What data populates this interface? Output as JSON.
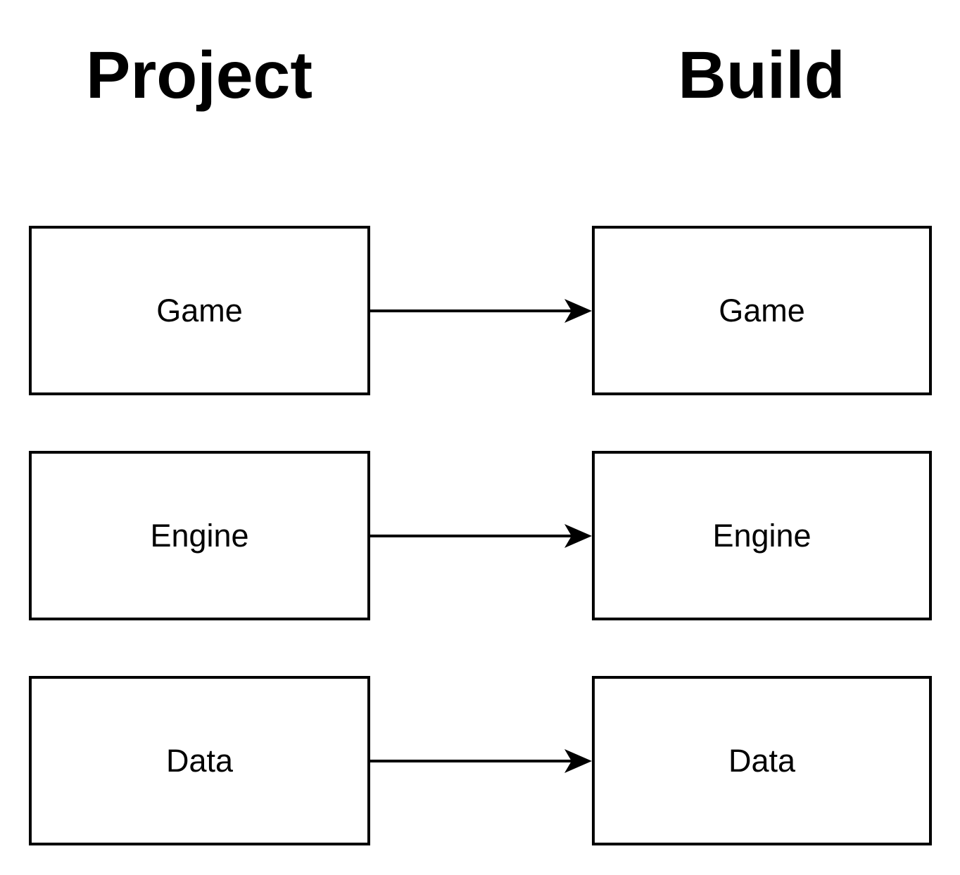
{
  "diagram": {
    "background_color": "#ffffff",
    "stroke_color": "#000000",
    "text_color": "#000000",
    "columns": [
      {
        "title": "Project",
        "boxes": [
          {
            "label": "Game"
          },
          {
            "label": "Engine"
          },
          {
            "label": "Data"
          }
        ]
      },
      {
        "title": "Build",
        "boxes": [
          {
            "label": "Game"
          },
          {
            "label": "Engine"
          },
          {
            "label": "Data"
          }
        ]
      }
    ],
    "arrows": [
      {
        "from": "Project.Game",
        "to": "Build.Game"
      },
      {
        "from": "Project.Engine",
        "to": "Build.Engine"
      },
      {
        "from": "Project.Data",
        "to": "Build.Data"
      }
    ]
  }
}
